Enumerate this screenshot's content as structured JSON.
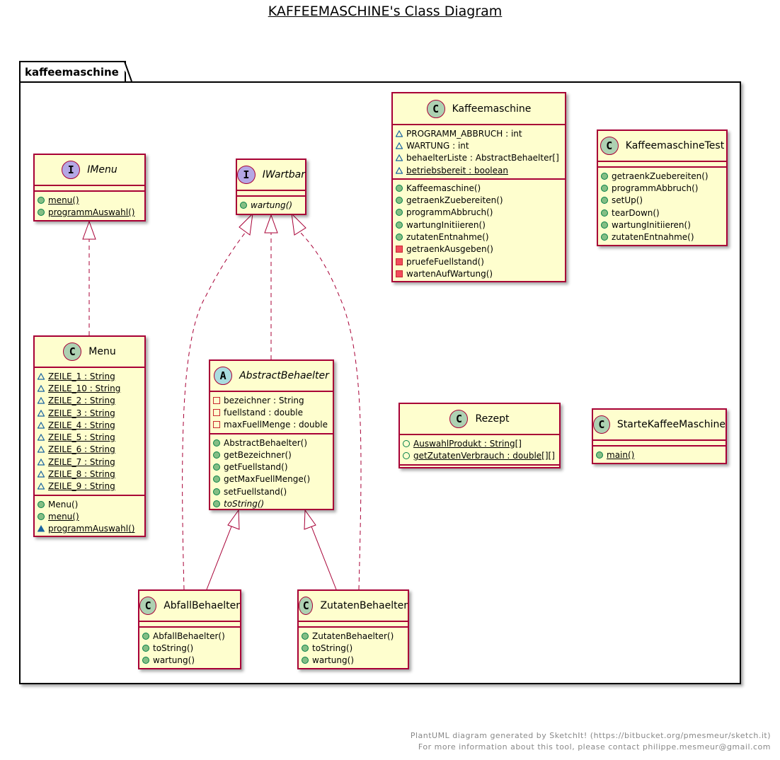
{
  "title": "KAFFEEMASCHINE's Class Diagram",
  "package": {
    "name": "kaffeemaschine"
  },
  "classes": {
    "imenu": {
      "name": "IMenu",
      "kind": "I",
      "methods": [
        {
          "vis": "public",
          "label": "menu()",
          "static": true
        },
        {
          "vis": "public",
          "label": "programmAuswahl()",
          "static": true
        }
      ]
    },
    "iwartbar": {
      "name": "IWartbar",
      "kind": "I",
      "methods": [
        {
          "vis": "public",
          "label": "wartung()",
          "abstract": true
        }
      ]
    },
    "kaffeemaschine": {
      "name": "Kaffeemaschine",
      "kind": "C",
      "attributes": [
        {
          "vis": "package",
          "label": "PROGRAMM_ABBRUCH : int"
        },
        {
          "vis": "package",
          "label": "WARTUNG : int"
        },
        {
          "vis": "package",
          "label": "behaelterListe : AbstractBehaelter[]"
        },
        {
          "vis": "package",
          "label": "betriebsbereit : boolean",
          "static": true
        }
      ],
      "methods": [
        {
          "vis": "public",
          "label": "Kaffeemaschine()"
        },
        {
          "vis": "public",
          "label": "getraenkZuebereiten()"
        },
        {
          "vis": "public",
          "label": "programmAbbruch()"
        },
        {
          "vis": "public",
          "label": "wartungInitiieren()"
        },
        {
          "vis": "public",
          "label": "zutatenEntnahme()"
        },
        {
          "vis": "private",
          "label": "getraenkAusgeben()"
        },
        {
          "vis": "private",
          "label": "pruefeFuellstand()"
        },
        {
          "vis": "private",
          "label": "wartenAufWartung()"
        }
      ]
    },
    "kaffeemaschinetest": {
      "name": "KaffeemaschineTest",
      "kind": "C",
      "methods": [
        {
          "vis": "public",
          "label": "getraenkZuebereiten()"
        },
        {
          "vis": "public",
          "label": "programmAbbruch()"
        },
        {
          "vis": "public",
          "label": "setUp()"
        },
        {
          "vis": "public",
          "label": "tearDown()"
        },
        {
          "vis": "public",
          "label": "wartungInitiieren()"
        },
        {
          "vis": "public",
          "label": "zutatenEntnahme()"
        }
      ]
    },
    "menu": {
      "name": "Menu",
      "kind": "C",
      "attributes": [
        {
          "vis": "package",
          "label": "ZEILE_1 : String",
          "static": true
        },
        {
          "vis": "package",
          "label": "ZEILE_10 : String",
          "static": true
        },
        {
          "vis": "package",
          "label": "ZEILE_2 : String",
          "static": true
        },
        {
          "vis": "package",
          "label": "ZEILE_3 : String",
          "static": true
        },
        {
          "vis": "package",
          "label": "ZEILE_4 : String",
          "static": true
        },
        {
          "vis": "package",
          "label": "ZEILE_5 : String",
          "static": true
        },
        {
          "vis": "package",
          "label": "ZEILE_6 : String",
          "static": true
        },
        {
          "vis": "package",
          "label": "ZEILE_7 : String",
          "static": true
        },
        {
          "vis": "package",
          "label": "ZEILE_8 : String",
          "static": true
        },
        {
          "vis": "package",
          "label": "ZEILE_9 : String",
          "static": true
        }
      ],
      "methods": [
        {
          "vis": "public",
          "label": "Menu()"
        },
        {
          "vis": "public",
          "label": "menu()",
          "static": true
        },
        {
          "vis": "package-filled",
          "label": "programmAuswahl()",
          "static": true
        }
      ]
    },
    "abstractbehaelter": {
      "name": "AbstractBehaelter",
      "kind": "A",
      "attributes": [
        {
          "vis": "private-o",
          "label": "bezeichner : String"
        },
        {
          "vis": "private-o",
          "label": "fuellstand : double"
        },
        {
          "vis": "private-o",
          "label": "maxFuellMenge : double"
        }
      ],
      "methods": [
        {
          "vis": "public",
          "label": "AbstractBehaelter()"
        },
        {
          "vis": "public",
          "label": "getBezeichner()"
        },
        {
          "vis": "public",
          "label": "getFuellstand()"
        },
        {
          "vis": "public",
          "label": "getMaxFuellMenge()"
        },
        {
          "vis": "public",
          "label": "setFuellstand()"
        },
        {
          "vis": "public",
          "label": "toString()",
          "abstract": true
        }
      ]
    },
    "rezept": {
      "name": "Rezept",
      "kind": "C",
      "attributes": [
        {
          "vis": "public-o",
          "label": "AuswahlProdukt : String[]",
          "static": true
        },
        {
          "vis": "public-o",
          "label": "getZutatenVerbrauch : double[][]",
          "static": true
        }
      ]
    },
    "startekaffeemaschine": {
      "name": "StarteKaffeeMaschine",
      "kind": "C",
      "methods": [
        {
          "vis": "public",
          "label": "main()",
          "static": true
        }
      ]
    },
    "abfallbehaelter": {
      "name": "AbfallBehaelter",
      "kind": "C",
      "methods": [
        {
          "vis": "public",
          "label": "AbfallBehaelter()"
        },
        {
          "vis": "public",
          "label": "toString()"
        },
        {
          "vis": "public",
          "label": "wartung()"
        }
      ]
    },
    "zutatenbehaelter": {
      "name": "ZutatenBehaelter",
      "kind": "C",
      "methods": [
        {
          "vis": "public",
          "label": "ZutatenBehaelter()"
        },
        {
          "vis": "public",
          "label": "toString()"
        },
        {
          "vis": "public",
          "label": "wartung()"
        }
      ]
    }
  },
  "relations": [
    {
      "from": "Menu",
      "to": "IMenu",
      "type": "realization"
    },
    {
      "from": "AbstractBehaelter",
      "to": "IWartbar",
      "type": "realization"
    },
    {
      "from": "AbfallBehaelter",
      "to": "IWartbar",
      "type": "realization"
    },
    {
      "from": "ZutatenBehaelter",
      "to": "IWartbar",
      "type": "realization"
    },
    {
      "from": "AbfallBehaelter",
      "to": "AbstractBehaelter",
      "type": "generalization"
    },
    {
      "from": "ZutatenBehaelter",
      "to": "AbstractBehaelter",
      "type": "generalization"
    }
  ],
  "footer": {
    "line1": "PlantUML diagram generated by SketchIt! (https://bitbucket.org/pmesmeur/sketch.it)",
    "line2": "For more information about this tool, please contact philippe.mesmeur@gmail.com"
  },
  "colors": {
    "class_fill": "#fefece",
    "class_border": "#a80036",
    "class_badge": "#add1b2",
    "interface_badge": "#b4a7e5",
    "abstract_badge": "#a9dcdf",
    "public_icon": "#84be84",
    "private_icon": "#f24d5c",
    "package_icon": "#1963a0"
  }
}
